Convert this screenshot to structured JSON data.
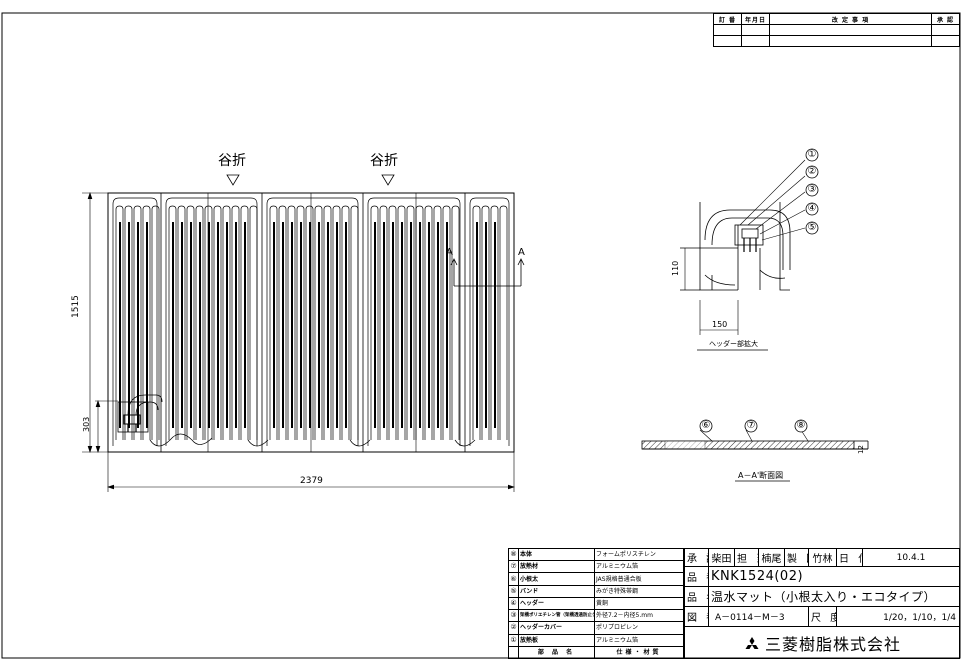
{
  "revision_table": {
    "headers": [
      "訂 番",
      "年月日",
      "改 定 事 項",
      "承 認"
    ]
  },
  "main_view": {
    "valley_fold_label": "谷折",
    "section_marks": [
      "A",
      "A"
    ],
    "dimensions": {
      "width": "2379",
      "height": "1515",
      "header_height": "303"
    }
  },
  "header_detail": {
    "callouts": [
      "①",
      "②",
      "③",
      "④",
      "⑤"
    ],
    "dimensions": {
      "height": "110",
      "width": "150"
    },
    "caption": "ヘッダー部拡大"
  },
  "section_view": {
    "callouts": [
      "⑥",
      "⑦",
      "⑧"
    ],
    "thickness": "12",
    "caption": "A－A'断面図"
  },
  "parts_list": {
    "rows": [
      {
        "no": "⑧",
        "name": "本体",
        "spec": "フォームポリスチレン"
      },
      {
        "no": "⑦",
        "name": "放熱材",
        "spec": "アルミニウム箔"
      },
      {
        "no": "⑥",
        "name": "小根太",
        "spec": "JAS規格普通合板"
      },
      {
        "no": "⑤",
        "name": "バンド",
        "spec": "みがき特殊帯鋼"
      },
      {
        "no": "④",
        "name": "ヘッダー",
        "spec": "黄銅"
      },
      {
        "no": "③",
        "name": "架橋ポリエチレン管（架橋透過防止タイプ）",
        "spec": "外径7.2－内径5.mm"
      },
      {
        "no": "②",
        "name": "ヘッダーカバー",
        "spec": "ポリプロピレン"
      },
      {
        "no": "①",
        "name": "放熱板",
        "spec": "アルミニウム箔"
      }
    ],
    "header": {
      "name": "部 品 名",
      "spec": "仕様・材質"
    }
  },
  "title_block": {
    "approval_label": "承 認",
    "approver": "柴田",
    "charge_label": "担 当",
    "charge": "楠尾",
    "drawn_label": "製 図",
    "drafter": "竹林",
    "date_label": "日 付",
    "date": "10.4.1",
    "part_no_label": "品 番",
    "part_no": "KNK1524(02)",
    "name_label": "品 名",
    "name": "温水マット（小根太入り・エコタイプ）",
    "drawing_no_label": "図 番",
    "drawing_no": "A－0114－M－3",
    "scale_label": "尺 度",
    "scale": "1/20，1/10，1/4",
    "company": "三菱樹脂株式会社",
    "company_logo": "three-diamonds-icon"
  }
}
